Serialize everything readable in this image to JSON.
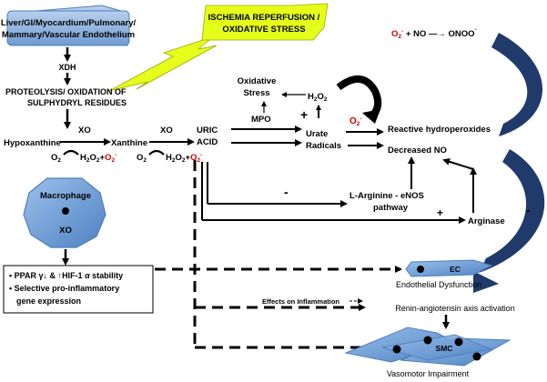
{
  "sources_box": {
    "line1": "Liver/GI/Myocardium/Pulmonary/",
    "line2": "Mammary/Vascular Endothelium"
  },
  "ischemia_box": {
    "line1": "ISCHEMIA REPERFUSION /",
    "line2": "OXIDATIVE STRESS"
  },
  "xdh": "XDH",
  "proteolysis": {
    "line1": "PROTEOLYSIS/ OXIDATION OF",
    "line2": "SULPHYDRYL RESIDUES"
  },
  "hypoxanthine": "Hypoxanthine",
  "xanthine": "Xanthine",
  "xo_1": "XO",
  "xo_2": "XO",
  "o2_1": "O",
  "o2_2": "O",
  "sub2": "2",
  "h2o2_1": "H",
  "h2o2_2": "H",
  "o2minus_1": "O",
  "o2minus_2": "O",
  "uric_acid": {
    "line1": "URIC",
    "line2": "ACID"
  },
  "oxidative_stress": {
    "line1": "Oxidative",
    "line2": "Stress"
  },
  "mpo": "MPO",
  "h2o2_mid": "H",
  "plus": "+",
  "minus": "-",
  "urate_radicals": {
    "line1": "Urate",
    "line2": "Radicals"
  },
  "o2minus_mid": "O",
  "reactive_hydroperoxides": "Reactive hydroperoxides",
  "decreased_no": "Decreased NO",
  "larginine": {
    "line1": "L-Arginine - eNOS",
    "line2": "pathway"
  },
  "arginase": "Arginase",
  "reaction": {
    "o": "O",
    "rest": " + NO —→ ONOO"
  },
  "macrophage": {
    "label": "Macrophage",
    "xo": "XO"
  },
  "ppar_box": {
    "line1a": "PPAR",
    "gamma": "γ",
    "amp": "&",
    "line1b": "HIF-1",
    "alpha": "α",
    "line1c": " stability",
    "line2": "Selective pro-inflammatory",
    "line3": "gene expression"
  },
  "ec": "EC",
  "endothelial_dysfunction": "Endothelial Dysfunction",
  "effects_inflammation": "Effects on Inflammation",
  "renin": "Renin-angiotensin axis activation",
  "smc": "SMC",
  "vasomotor": "Vasomotor Impairment",
  "colors": {
    "box_blue": "#8fb3de",
    "box_blue_dark": "#4f7fb8",
    "lightning": "#e6ff1a",
    "arrow_navy": "#1f3a6b",
    "red": "#d10000"
  },
  "icons": [
    "down-arrow",
    "lightning-bolt",
    "curved-arrow",
    "octagon",
    "cell-shape"
  ]
}
